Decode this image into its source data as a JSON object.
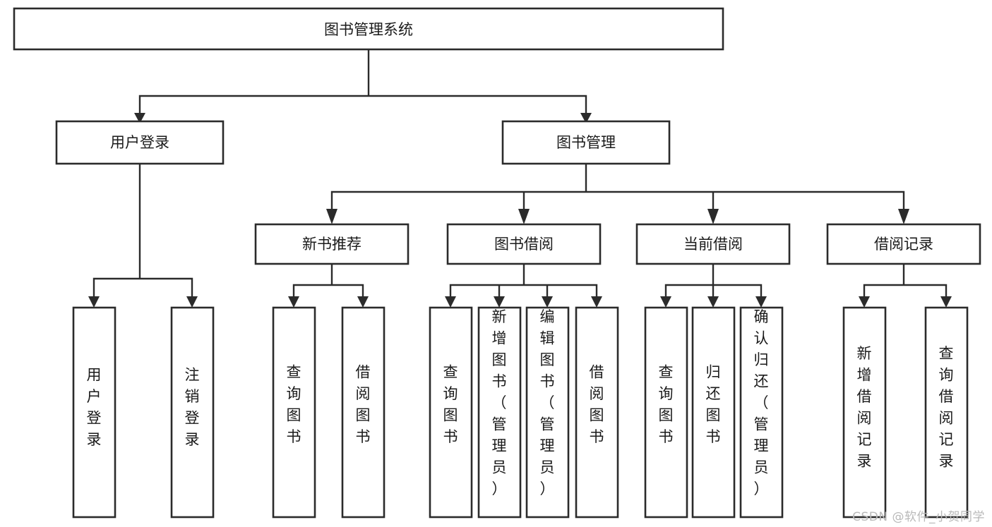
{
  "diagram": {
    "type": "tree-hierarchy",
    "title": "图书管理系统",
    "orientation": "top-down",
    "colors": {
      "box_stroke": "#2b2b2b",
      "box_fill": "#ffffff",
      "connector": "#2b2b2b",
      "text": "#1a1a1a",
      "background": "#ffffff",
      "watermark": "#b9b9b9"
    },
    "levels": {
      "root": {
        "label": "图书管理系统"
      },
      "level2": [
        {
          "id": "user-login",
          "label": "用户登录"
        },
        {
          "id": "book-manage",
          "label": "图书管理"
        }
      ],
      "level3": [
        {
          "id": "new-book-recommend",
          "label": "新书推荐",
          "parent": "book-manage"
        },
        {
          "id": "book-borrow",
          "label": "图书借阅",
          "parent": "book-manage"
        },
        {
          "id": "current-borrow",
          "label": "当前借阅",
          "parent": "book-manage"
        },
        {
          "id": "borrow-record",
          "label": "借阅记录",
          "parent": "book-manage"
        }
      ],
      "leaves": {
        "user-login": [
          {
            "id": "leaf-user-login",
            "label": "用户登录"
          },
          {
            "id": "leaf-logout",
            "label": "注销登录"
          }
        ],
        "new-book-recommend": [
          {
            "id": "leaf-query-book-1",
            "label": "查询图书"
          },
          {
            "id": "leaf-borrow-book-1",
            "label": "借阅图书"
          }
        ],
        "book-borrow": [
          {
            "id": "leaf-query-book-2",
            "label": "查询图书"
          },
          {
            "id": "leaf-add-book",
            "label": "新增图书（管理员）"
          },
          {
            "id": "leaf-edit-book",
            "label": "编辑图书（管理员）"
          },
          {
            "id": "leaf-borrow-book-2",
            "label": "借阅图书"
          }
        ],
        "current-borrow": [
          {
            "id": "leaf-query-book-3",
            "label": "查询图书"
          },
          {
            "id": "leaf-return-book",
            "label": "归还图书"
          },
          {
            "id": "leaf-confirm-return",
            "label": "确认归还（管理员）"
          }
        ],
        "borrow-record": [
          {
            "id": "leaf-add-record",
            "label": "新增借阅记录"
          },
          {
            "id": "leaf-query-record",
            "label": "查询借阅记录"
          }
        ]
      }
    }
  },
  "watermark": {
    "text": "CSDN @软件_小贺同学"
  }
}
